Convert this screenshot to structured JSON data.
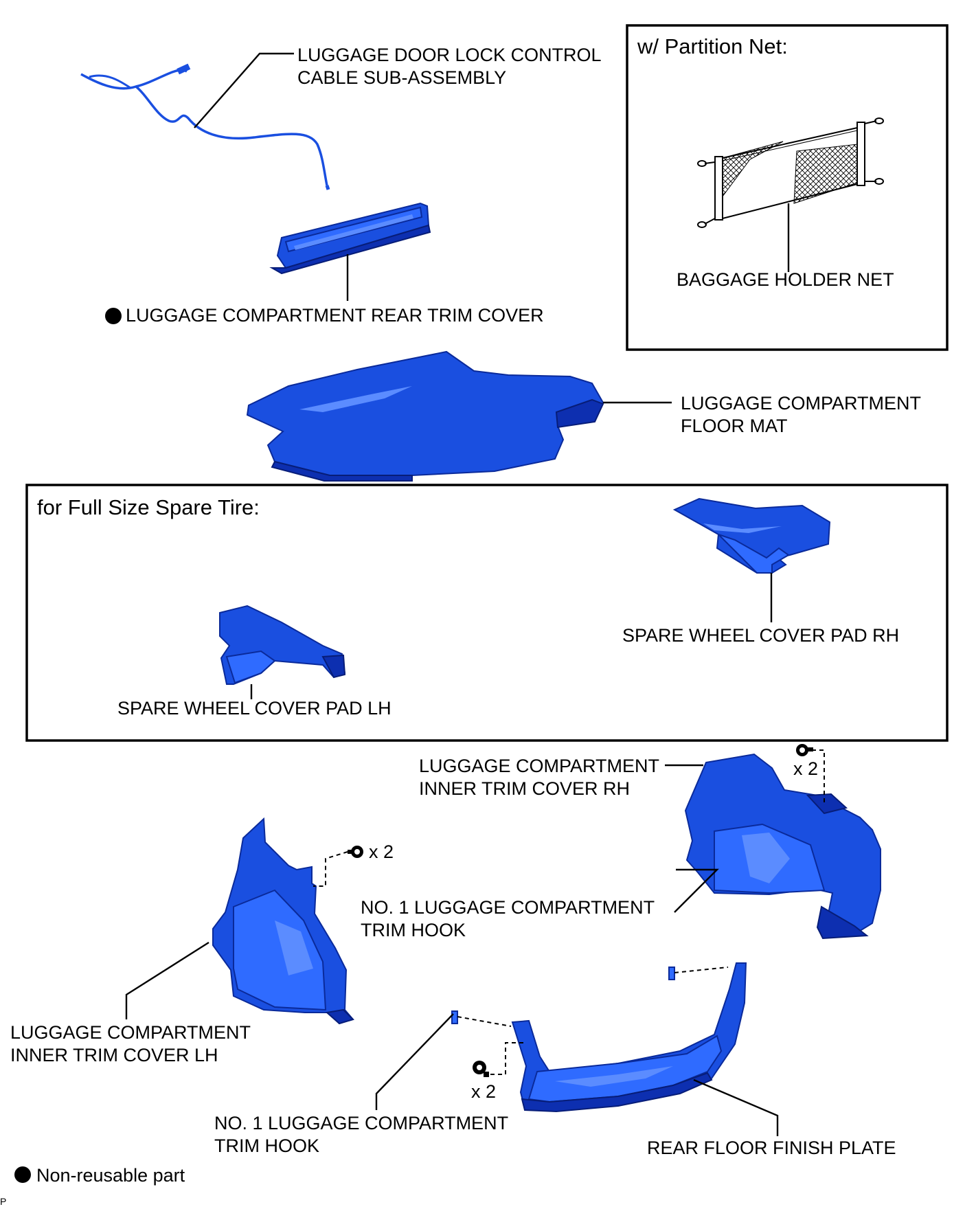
{
  "labels": {
    "cable": [
      "LUGGAGE DOOR LOCK CONTROL",
      "CABLE SUB-ASSEMBLY"
    ],
    "rear_trim_cover": "LUGGAGE COMPARTMENT REAR TRIM COVER",
    "partition_title": "w/ Partition Net:",
    "baggage_net": "BAGGAGE HOLDER NET",
    "floor_mat": [
      "LUGGAGE COMPARTMENT",
      "FLOOR MAT"
    ],
    "spare_title": "for Full Size Spare Tire:",
    "pad_rh": "SPARE WHEEL COVER PAD RH",
    "pad_lh": "SPARE WHEEL COVER PAD LH",
    "inner_rh": [
      "LUGGAGE COMPARTMENT",
      "INNER TRIM COVER RH"
    ],
    "qty_rh": "x 2",
    "qty_lh": "x 2",
    "hook_top": [
      "NO. 1 LUGGAGE COMPARTMENT",
      "TRIM HOOK"
    ],
    "inner_lh": [
      "LUGGAGE COMPARTMENT",
      "INNER TRIM COVER LH"
    ],
    "qty_plate": "x 2",
    "hook_bottom": [
      "NO. 1 LUGGAGE COMPARTMENT",
      "TRIM HOOK"
    ],
    "finish_plate": "REAR FLOOR FINISH PLATE",
    "legend": "Non-reusable part",
    "code": "P"
  },
  "colors": {
    "part_main": "#1a4fe0",
    "part_light": "#2f6bff",
    "part_dark": "#0d2fb0",
    "outline": "#000000"
  }
}
